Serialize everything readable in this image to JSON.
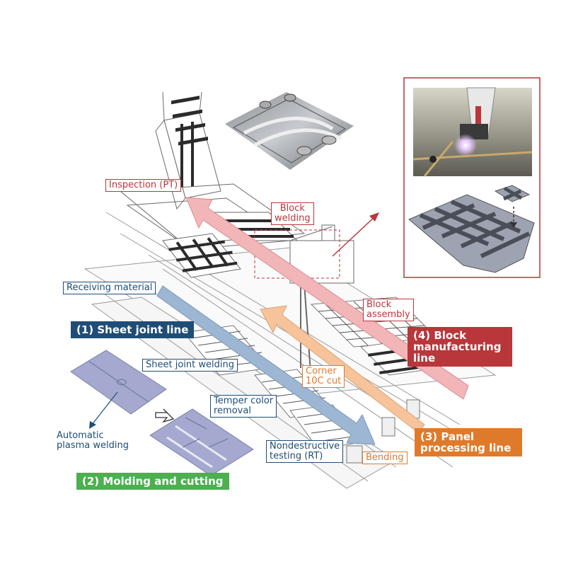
{
  "colors": {
    "red": "#b9363a",
    "blue": "#1f4d78",
    "orange": "#e07a2b",
    "green": "#4caf50",
    "arrow_red": "#f2b6b8",
    "arrow_blue": "#9cb6d3",
    "arrow_orange": "#f6c39a"
  },
  "labels": {
    "inspection": "Inspection (PT)",
    "block_welding": "Block\nwelding",
    "receiving_material": "Receiving material",
    "block_assembly": "Block\nassembly",
    "sheet_joint_welding": "Sheet joint welding",
    "corner_cut": "Corner\n10C cut",
    "temper_color": "Temper color\nremoval",
    "nondestructive": "Nondestructive\ntesting (RT)",
    "bending": "Bending",
    "automatic_plasma": "Automatic\nplasma welding"
  },
  "lines": {
    "sheet_joint": "(1) Sheet joint line",
    "molding_cutting": "(2) Molding and cutting",
    "panel_processing": "(3) Panel\nprocessing line",
    "block_manufacturing": "(4) Block\nmanufacturing\nline"
  },
  "icons": {
    "photo_welding_robot": "welding-robot-photo",
    "photo_corrugated_panel": "corrugated-panel-photo",
    "block_grid_diagram": "block-grid-diagram"
  }
}
